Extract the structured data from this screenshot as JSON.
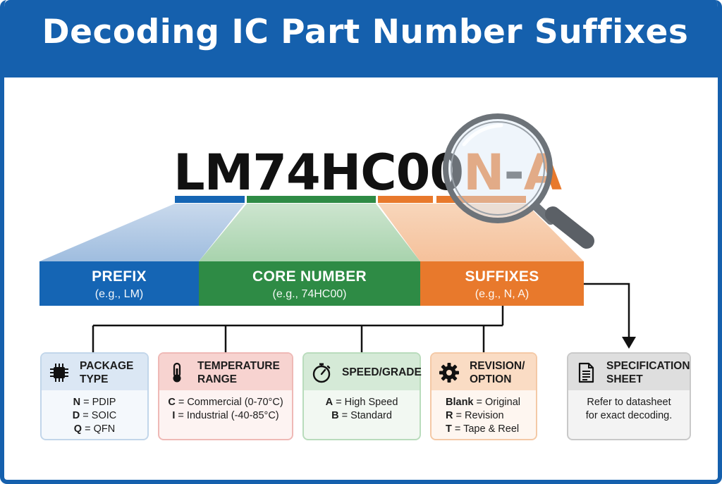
{
  "title": "Decoding IC Part Number Suffixes",
  "part_number": {
    "prefix": "LM",
    "core": "74HC00",
    "suffix1": "N",
    "separator": "-",
    "suffix2": "A"
  },
  "segments": [
    {
      "id": "prefix",
      "title": "PREFIX",
      "example": "(e.g., LM)",
      "color": "#1565b4"
    },
    {
      "id": "core",
      "title": "CORE NUMBER",
      "example": "(e.g., 74HC00)",
      "color": "#2e8b45"
    },
    {
      "id": "suffixes",
      "title": "SUFFIXES",
      "example": "(e.g., N, A)",
      "color": "#e8792c"
    }
  ],
  "cards": [
    {
      "id": "package",
      "title": "PACKAGE\nTYPE",
      "icon": "chip-icon",
      "lines": [
        {
          "key": "N",
          "val": " = PDIP"
        },
        {
          "key": "D",
          "val": " = SOIC"
        },
        {
          "key": "Q",
          "val": " = QFN"
        }
      ]
    },
    {
      "id": "temperature",
      "title": "TEMPERATURE\nRANGE",
      "icon": "thermometer-icon",
      "lines": [
        {
          "key": "C",
          "val": " = Commercial (0-70°C)"
        },
        {
          "key": "I",
          "val": " = Industrial (-40-85°C)"
        }
      ]
    },
    {
      "id": "speed",
      "title": "SPEED/GRADE",
      "icon": "stopwatch-icon",
      "lines": [
        {
          "key": "A",
          "val": " = High Speed"
        },
        {
          "key": "B",
          "val": " = Standard"
        }
      ]
    },
    {
      "id": "revision",
      "title": "REVISION/\nOPTION",
      "icon": "gear-icon",
      "lines": [
        {
          "key": "Blank",
          "val": " = Original"
        },
        {
          "key": "R",
          "val": " = Revision"
        },
        {
          "key": "T",
          "val": " = Tape & Reel"
        }
      ]
    },
    {
      "id": "specification",
      "title": "SPECIFICATION\nSHEET",
      "icon": "document-icon",
      "lines": [
        {
          "key": "",
          "val": "Refer to datasheet"
        },
        {
          "key": "",
          "val": "for exact decoding."
        }
      ]
    }
  ],
  "colors": {
    "brand": "#1560ad",
    "prefix": "#1565b4",
    "core": "#2e8b45",
    "suffix": "#e8792c",
    "connector": "#111111"
  }
}
